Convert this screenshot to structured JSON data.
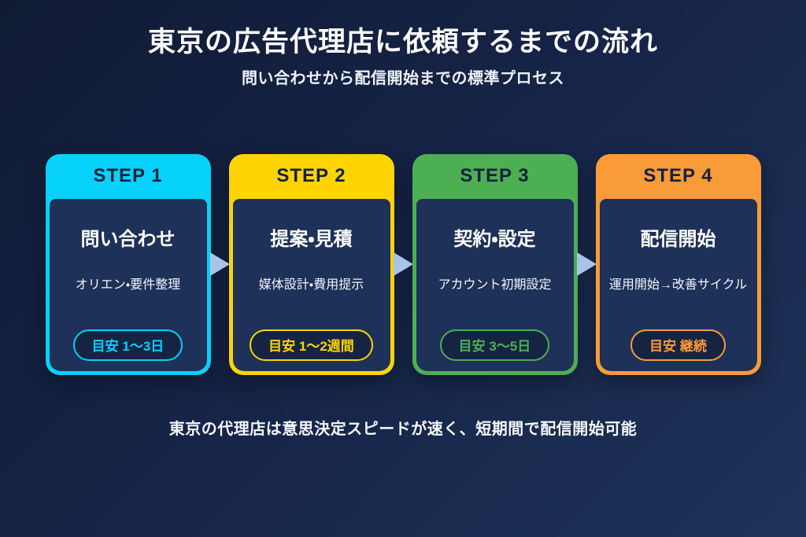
{
  "page": {
    "title": "東京の広告代理店に依頼するまでの流れ",
    "subtitle": "問い合わせから配信開始までの標準プロセス",
    "footer_note": "東京の代理店は意思決定スピードが速く、短期間で配信開始可能"
  },
  "steps": [
    {
      "label": "STEP 1",
      "title": "問い合わせ",
      "description": "オリエン・要件整理",
      "duration": "目安 1〜3日",
      "accent_color": "#06d1fb"
    },
    {
      "label": "STEP 2",
      "title": "提案・見積",
      "description": "媒体設計・費用提示",
      "duration": "目安 1〜2週間",
      "accent_color": "#ffd400"
    },
    {
      "label": "STEP 3",
      "title": "契約・設定",
      "description": "アカウント初期設定",
      "duration": "目安 3〜5日",
      "accent_color": "#4caf52"
    },
    {
      "label": "STEP 4",
      "title": "配信開始",
      "description": "運用開始→改善サイクル",
      "duration": "目安 継続",
      "accent_color": "#f99b38"
    }
  ],
  "colors": {
    "background_top": "#111b34",
    "background_bottom": "#1e3459",
    "card_body": "#1e3158",
    "step_label_text": "#14213f",
    "arrow": "#a7c5e8"
  }
}
